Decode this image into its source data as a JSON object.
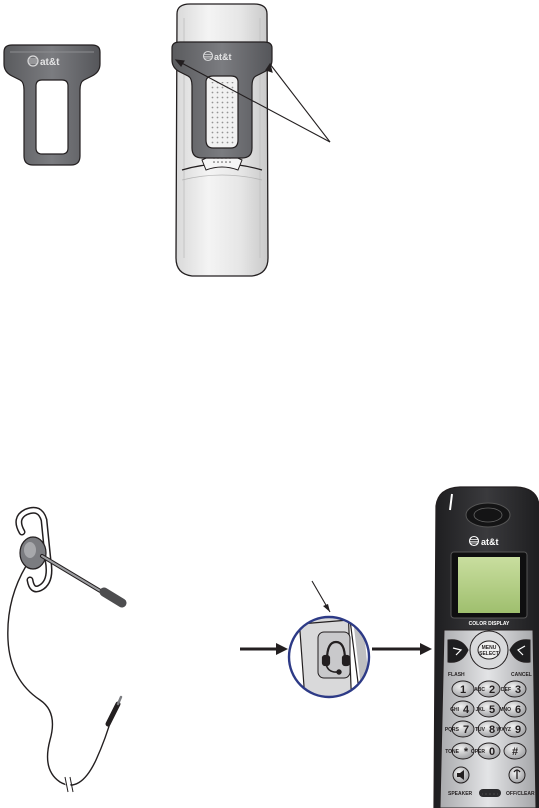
{
  "clip_brand": "at&t",
  "phone_back_brand": "at&t",
  "handset": {
    "brand": "at&t",
    "display_caption": "COLOR DISPLAY",
    "menu_label_top": "MENU",
    "menu_label_bottom": "SELECT",
    "flash_label": "FLASH",
    "cancel_label": "CANCEL",
    "speaker_label": "SPEAKER",
    "offclear_label": "OFF/CLEAR",
    "keys": [
      {
        "digit": "1",
        "letters": ""
      },
      {
        "digit": "2",
        "letters": "ABC"
      },
      {
        "digit": "3",
        "letters": "DEF"
      },
      {
        "digit": "4",
        "letters": "GHI"
      },
      {
        "digit": "5",
        "letters": "JKL"
      },
      {
        "digit": "6",
        "letters": "MNO"
      },
      {
        "digit": "7",
        "letters": "PQRS"
      },
      {
        "digit": "8",
        "letters": "TUV"
      },
      {
        "digit": "9",
        "letters": "WXYZ"
      },
      {
        "digit": "*",
        "letters": "TONE"
      },
      {
        "digit": "0",
        "letters": "OPER"
      },
      {
        "digit": "#",
        "letters": ""
      }
    ]
  },
  "colors": {
    "line": "#231f20",
    "clip_fill": "#6d6e71",
    "clip_dark": "#4d4d4f",
    "body_light": "#ececec",
    "body_mid": "#d4d4d4",
    "handset_dark": "#2b2b2d",
    "screen_green": "#b7d48a",
    "key_silver": "#bfc0c2"
  }
}
